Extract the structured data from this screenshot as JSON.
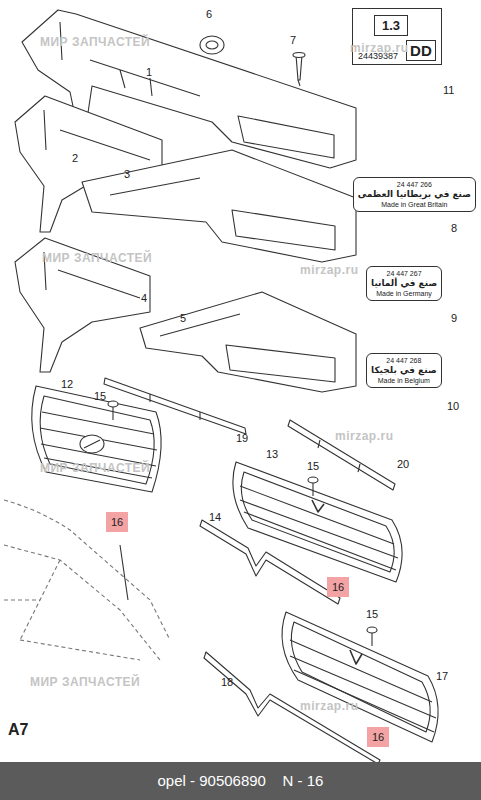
{
  "diagram": {
    "caption": "opel - 90506890    N - 16",
    "nodes": [
      {
        "text": [
          "24439387"
        ]
      },
      {
        "text": [
          "1.3"
        ],
        "in": 0
      },
      {
        "text": [
          "DD"
        ],
        "in": 0
      },
      {
        "text": [
          "24 447 266",
          "صنع في بريطانيا العظمى",
          "Made in Great Britain"
        ]
      },
      {
        "text": [
          "24 447 267",
          "صنع في ألمانيا",
          "Made in Germany"
        ]
      },
      {
        "text": [
          "24 447 268",
          "صنع في بلجيكا",
          "Made in Belgium"
        ]
      },
      {
        "text": [
          "16"
        ]
      },
      {
        "text": [
          "16"
        ]
      },
      {
        "text": [
          "16"
        ]
      }
    ],
    "labels": [
      "6",
      "7",
      "1",
      "11",
      "2",
      "3",
      "8",
      "4",
      "5",
      "9",
      "12",
      "15",
      "19",
      "10",
      "13",
      "15",
      "20",
      "14",
      "15",
      "18",
      "17",
      "A7",
      "МИР ЗАПЧАСТЕЙ",
      "mirzap.ru",
      "МИР ЗАПЧАСТЕЙ",
      "mirzap.ru",
      "МИР ЗАПЧАСТЕЙ",
      "mirzap.ru",
      "МИР ЗАПЧАСТЕЙ",
      "mirzap.ru"
    ]
  }
}
